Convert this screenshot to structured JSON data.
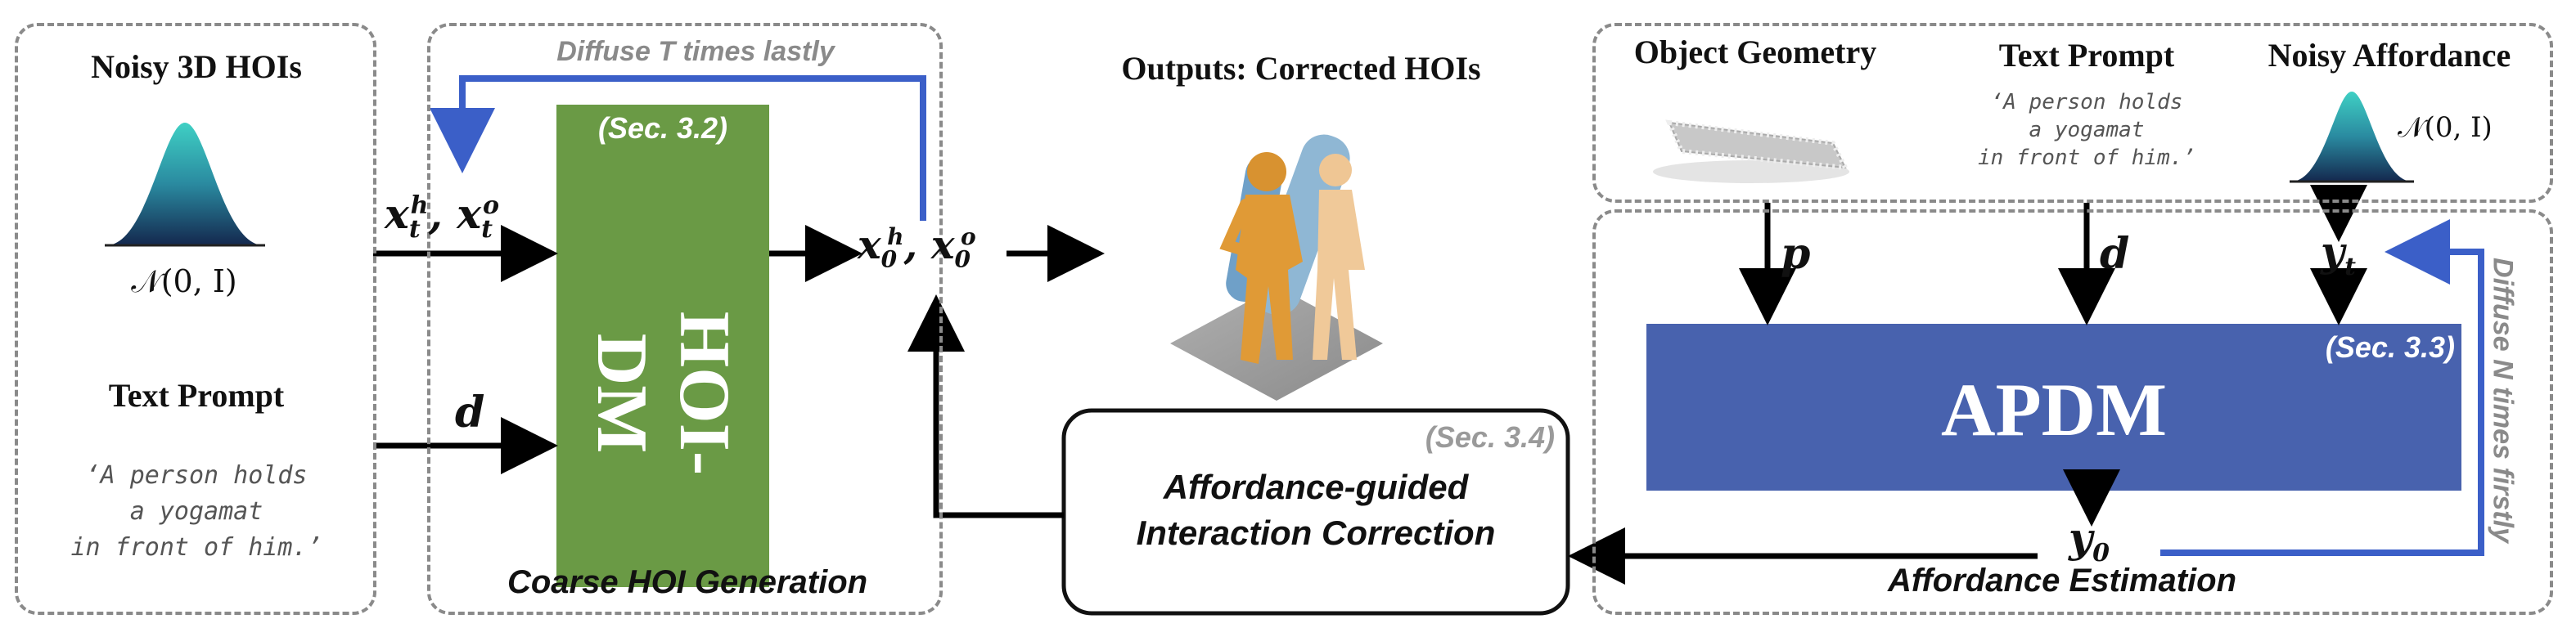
{
  "left_panel": {
    "title": "Noisy 3D HOIs",
    "gaussian_label": "𝒩(0, I)",
    "text_prompt_title": "Text Prompt",
    "text_prompt": "‘A person holds\na yogamat\nin front of him.’"
  },
  "hoi_dm": {
    "section_label": "(Sec. 3.2)",
    "name": "HOI-DM",
    "loop_label": "Diffuse T times lastly",
    "input_x": "x_t^h, x_t^o",
    "input_d": "d",
    "output_x": "x_0^h, x_0^o",
    "caption": "Coarse HOI Generation"
  },
  "outputs": {
    "title": "Outputs: Corrected HOIs"
  },
  "correction": {
    "section_label": "(Sec. 3.4)",
    "line1": "Affordance-guided",
    "line2": "Interaction Correction"
  },
  "right_panel": {
    "object_geometry": "Object Geometry",
    "text_prompt_title": "Text Prompt",
    "text_prompt": "‘A person holds\na yogamat\nin front of him.’",
    "noisy_affordance": "Noisy Affordance",
    "gaussian_label": "𝒩(0, I)",
    "p_label": "p",
    "d_label": "d",
    "y_t_label": "y_t",
    "y_0_label": "y_0",
    "apdm_section_label": "(Sec. 3.3)",
    "apdm_name": "APDM",
    "loop_label": "Diffuse N times firstly",
    "caption": "Affordance Estimation"
  },
  "colors": {
    "hoi_dm_fill": "#6a9a45",
    "apdm_fill": "#4862ae",
    "loop_arrow": "#3b5fc8",
    "dashed_border": "#8a8a8a",
    "section_label_gray": "#9a9a9a"
  }
}
